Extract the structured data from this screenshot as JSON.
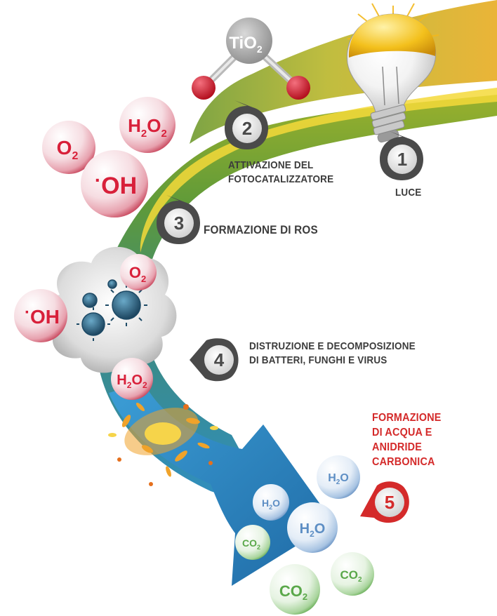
{
  "colors": {
    "arc_yellow": "#f2c216",
    "arc_green": "#7aa62e",
    "arc_blue": "#2f8fc4",
    "molecule_red": "#d8203a",
    "label_grey": "#3c3c3c",
    "label_red": "#d42a2a",
    "water_blue": "#5d8ec4",
    "co2_green": "#5aa84a"
  },
  "catalyst": {
    "symbol": "TiO",
    "subscript": "2"
  },
  "steps": [
    {
      "number": "1",
      "label_lines": [
        "Luce"
      ]
    },
    {
      "number": "2",
      "label_lines": [
        "Attivazione del",
        "fotocatalizzatore"
      ]
    },
    {
      "number": "3",
      "label_lines": [
        "Formazione di ROS"
      ]
    },
    {
      "number": "4",
      "label_lines": [
        "Distruzione e decomposizione",
        "di batteri, funghi e virus"
      ]
    },
    {
      "number": "5",
      "label_lines": [
        "Formazione",
        "di acqua e",
        "anidride",
        "carbonica"
      ]
    }
  ],
  "molecules": {
    "o2": {
      "main": "O",
      "sub": "2"
    },
    "h2o2": {
      "main": "H",
      "sub": "2",
      "main2": "O",
      "sub2": "2"
    },
    "oh": {
      "dot": "·",
      "main": "OH"
    },
    "h2o": {
      "main": "H",
      "sub": "2",
      "main2": "O"
    },
    "co2": {
      "main": "CO",
      "sub": "2"
    }
  },
  "icons": [
    "light-bulb-icon",
    "bacteria-virus-icon",
    "decomposition-burst-icon"
  ]
}
